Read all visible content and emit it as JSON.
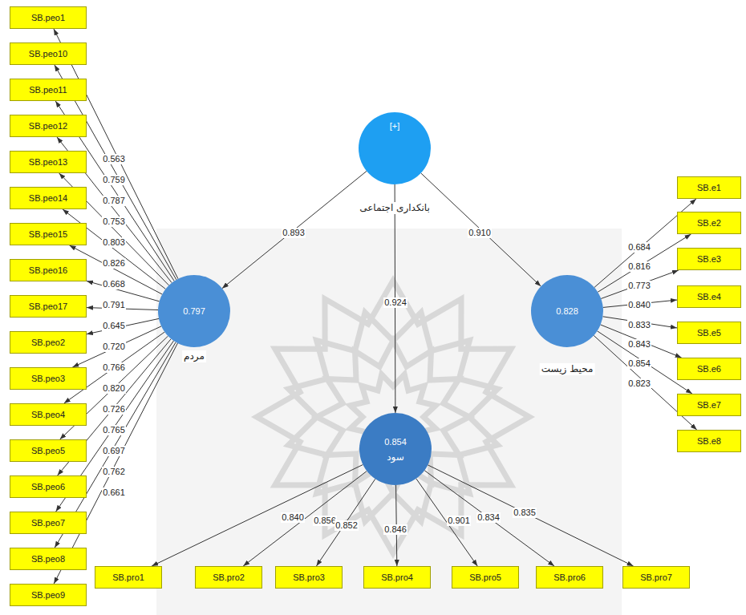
{
  "diagram": {
    "nodes": [
      {
        "text": [
          "[+]",
          "بانکداری اجتماعی"
        ]
      },
      {
        "text": [
          "0.797",
          "مردم"
        ]
      },
      {
        "text": [
          "0.828",
          "محیط زیست"
        ]
      },
      {
        "text": [
          "0.854",
          "سود"
        ]
      },
      {
        "text": [
          "SB.peo1"
        ]
      },
      {
        "text": [
          "SB.peo10"
        ]
      },
      {
        "text": [
          "SB.peo11"
        ]
      },
      {
        "text": [
          "SB.peo12"
        ]
      },
      {
        "text": [
          "SB.peo13"
        ]
      },
      {
        "text": [
          "SB.peo14"
        ]
      },
      {
        "text": [
          "SB.peo15"
        ]
      },
      {
        "text": [
          "SB.peo16"
        ]
      },
      {
        "text": [
          "SB.peo17"
        ]
      },
      {
        "text": [
          "SB.peo2"
        ]
      },
      {
        "text": [
          "SB.peo3"
        ]
      },
      {
        "text": [
          "SB.peo4"
        ]
      },
      {
        "text": [
          "SB.peo5"
        ]
      },
      {
        "text": [
          "SB.peo6"
        ]
      },
      {
        "text": [
          "SB.peo7"
        ]
      },
      {
        "text": [
          "SB.peo8"
        ]
      },
      {
        "text": [
          "SB.peo9"
        ]
      },
      {
        "text": [
          "SB.e1"
        ]
      },
      {
        "text": [
          "SB.e2"
        ]
      },
      {
        "text": [
          "SB.e3"
        ]
      },
      {
        "text": [
          "SB.e4"
        ]
      },
      {
        "text": [
          "SB.e5"
        ]
      },
      {
        "text": [
          "SB.e6"
        ]
      },
      {
        "text": [
          "SB.e7"
        ]
      },
      {
        "text": [
          "SB.e8"
        ]
      },
      {
        "text": [
          "SB.pro1"
        ]
      },
      {
        "text": [
          "SB.pro2"
        ]
      },
      {
        "text": [
          "SB.pro3"
        ]
      },
      {
        "text": [
          "SB.pro4"
        ]
      },
      {
        "text": [
          "SB.pro5"
        ]
      },
      {
        "text": [
          "SB.pro6"
        ]
      },
      {
        "text": [
          "SB.pro7"
        ]
      }
    ],
    "edges": [
      {
        "from": 0,
        "to": 1,
        "arrow": "to",
        "label": "0.893"
      },
      {
        "from": 0,
        "to": 3,
        "arrow": "to",
        "label": "0.924"
      },
      {
        "from": 0,
        "to": 2,
        "arrow": "to",
        "label": "0.910"
      },
      {
        "from": 1,
        "to": 4,
        "arrow": "to",
        "label": "0.563"
      },
      {
        "from": 1,
        "to": 5,
        "arrow": "to",
        "label": "0.759"
      },
      {
        "from": 1,
        "to": 6,
        "arrow": "to",
        "label": "0.787"
      },
      {
        "from": 1,
        "to": 7,
        "arrow": "to",
        "label": "0.753"
      },
      {
        "from": 1,
        "to": 8,
        "arrow": "to",
        "label": "0.803"
      },
      {
        "from": 1,
        "to": 9,
        "arrow": "to",
        "label": "0.826"
      },
      {
        "from": 1,
        "to": 10,
        "arrow": "to",
        "label": "0.668"
      },
      {
        "from": 1,
        "to": 11,
        "arrow": "to",
        "label": "0.791"
      },
      {
        "from": 1,
        "to": 12,
        "arrow": "to",
        "label": "0.645"
      },
      {
        "from": 1,
        "to": 13,
        "arrow": "to",
        "label": "0.720"
      },
      {
        "from": 1,
        "to": 14,
        "arrow": "to",
        "label": "0.766"
      },
      {
        "from": 1,
        "to": 15,
        "arrow": "to",
        "label": "0.820"
      },
      {
        "from": 1,
        "to": 16,
        "arrow": "to",
        "label": "0.726"
      },
      {
        "from": 1,
        "to": 17,
        "arrow": "to",
        "label": "0.765"
      },
      {
        "from": 1,
        "to": 18,
        "arrow": "to",
        "label": "0.697"
      },
      {
        "from": 1,
        "to": 19,
        "arrow": "to",
        "label": "0.762"
      },
      {
        "from": 1,
        "to": 20,
        "arrow": "to",
        "label": "0.661"
      },
      {
        "from": 2,
        "to": 21,
        "arrow": "to",
        "label": "0.684"
      },
      {
        "from": 2,
        "to": 22,
        "arrow": "to",
        "label": "0.816"
      },
      {
        "from": 2,
        "to": 23,
        "arrow": "to",
        "label": "0.773"
      },
      {
        "from": 2,
        "to": 24,
        "arrow": "to",
        "label": "0.840"
      },
      {
        "from": 2,
        "to": 25,
        "arrow": "to",
        "label": "0.833"
      },
      {
        "from": 2,
        "to": 26,
        "arrow": "to",
        "label": "0.843"
      },
      {
        "from": 2,
        "to": 27,
        "arrow": "to",
        "label": "0.854"
      },
      {
        "from": 2,
        "to": 28,
        "arrow": "to",
        "label": "0.823"
      },
      {
        "from": 3,
        "to": 29,
        "arrow": "to",
        "label": "0.840"
      },
      {
        "from": 3,
        "to": 30,
        "arrow": "to",
        "label": "0.856"
      },
      {
        "from": 3,
        "to": 31,
        "arrow": "to",
        "label": "0.852"
      },
      {
        "from": 3,
        "to": 32,
        "arrow": "to",
        "label": "0.846"
      },
      {
        "from": 3,
        "to": 33,
        "arrow": "to",
        "label": "0.901"
      },
      {
        "from": 3,
        "to": 34,
        "arrow": "to",
        "label": "0.834"
      },
      {
        "from": 3,
        "to": 35,
        "arrow": "to",
        "label": "0.835"
      }
    ]
  }
}
